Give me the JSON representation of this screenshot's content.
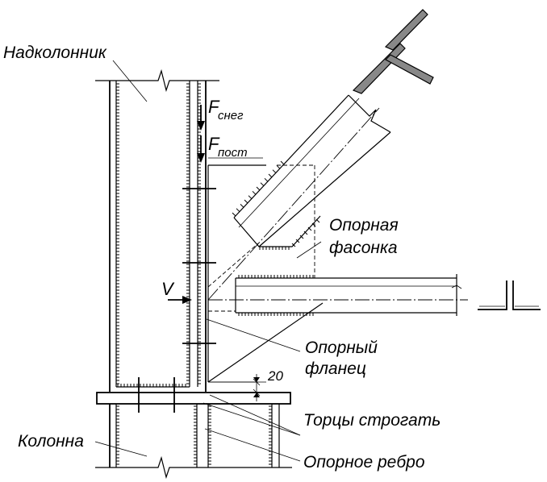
{
  "labels": {
    "nadkolonnik": "Надколонник",
    "kolonna": "Колонна",
    "opornaya_fasonka_1": "Опорная",
    "opornaya_fasonka_2": "фасонка",
    "oporny_flanets_1": "Опорный",
    "oporny_flanets_2": "фланец",
    "tortsy": "Торцы строгать",
    "opornoe_rebro": "Опорное ребро",
    "dimension": "20",
    "force_v": "V",
    "force_main": "F",
    "force_sneg_sub": "снег",
    "force_post_sub": "пост"
  },
  "colors": {
    "line": "#000000",
    "profile_fill": "#888888",
    "background": "#ffffff"
  }
}
